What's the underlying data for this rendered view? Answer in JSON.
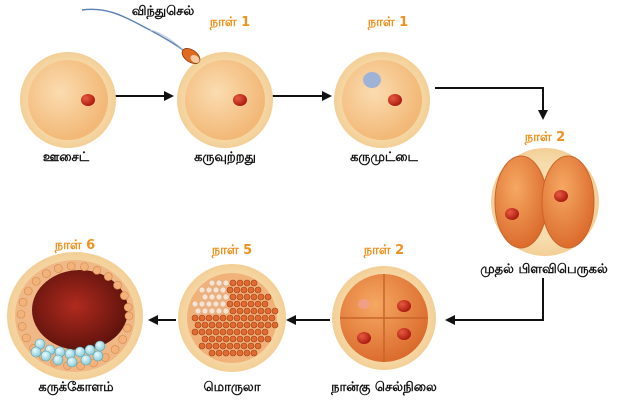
{
  "colors": {
    "day_label": "#f0911e",
    "arrow": "#111111",
    "cell_rim": "#f5d6a3",
    "cell_body": "#f8c98f",
    "nucleus": "#c4281c",
    "embryo_orange": "#e9813a"
  },
  "sperm_label": "விந்துசெல்",
  "stages": [
    {
      "id": "oocyte",
      "label": "ஊசைட்",
      "day": ""
    },
    {
      "id": "fertilization",
      "label": "கருவுற்றது",
      "day": "நாள் 1"
    },
    {
      "id": "zygote",
      "label": "கருமுட்டை",
      "day": "நாள் 1"
    },
    {
      "id": "first-cleavage",
      "label": "முதல் பிளவிபெருகல்",
      "day": "நாள் 2"
    },
    {
      "id": "four-cell",
      "label": "நான்கு செல்நிலை",
      "day": "நாள் 2"
    },
    {
      "id": "morula",
      "label": "மொருலா",
      "day": "நாள் 5"
    },
    {
      "id": "blastocyst",
      "label": "கருக்கோளம்",
      "day": "நாள் 6"
    }
  ]
}
